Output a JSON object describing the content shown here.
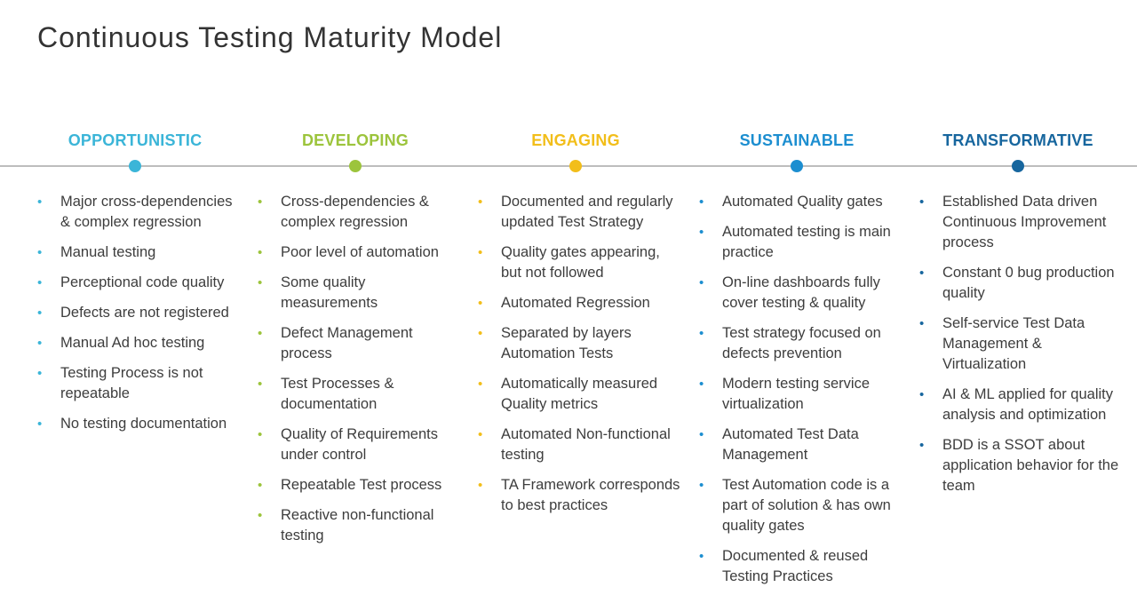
{
  "title": "Continuous Testing Maturity Model",
  "stages": [
    {
      "name": "OPPORTUNISTIC",
      "color": "#3bb5d8",
      "items": [
        "Major cross-dependencies & complex regression",
        "Manual testing",
        "Perceptional code quality",
        "Defects are not registered",
        "Manual Ad hoc testing",
        "Testing Process is not repeatable",
        "No testing documentation"
      ]
    },
    {
      "name": "DEVELOPING",
      "color": "#9cc43c",
      "items": [
        "Cross-dependencies & complex regression",
        "Poor level of automation",
        "Some quality measurements",
        "Defect Management process",
        "Test Processes & documentation",
        "Quality of Requirements under control",
        "Repeatable Test process",
        "Reactive non-functional testing"
      ]
    },
    {
      "name": "ENGAGING",
      "color": "#f2be1a",
      "items": [
        "Documented and regularly updated Test Strategy",
        "Quality gates appearing, but not followed",
        "Automated Regression",
        "Separated by layers Automation Tests",
        "Automatically measured Quality metrics",
        "Automated Non-functional testing",
        "TA Framework corresponds to best practices"
      ]
    },
    {
      "name": "SUSTAINABLE",
      "color": "#1c8ed0",
      "items": [
        "Automated Quality gates",
        "Automated testing is main practice",
        "On-line dashboards fully cover testing & quality",
        "Test strategy focused on defects prevention",
        "Modern testing service virtualization",
        "Automated Test Data Management",
        "Test Automation code is a part of solution & has own quality gates",
        "Documented & reused Testing Practices"
      ]
    },
    {
      "name": "TRANSFORMATIVE",
      "color": "#17669e",
      "items": [
        "Established Data driven Continuous Improvement process",
        "Constant 0 bug production quality",
        "Self-service Test Data Management & Virtualization",
        "AI & ML applied for quality analysis and optimization",
        "BDD is a SSOT about application behavior for the team"
      ]
    }
  ]
}
